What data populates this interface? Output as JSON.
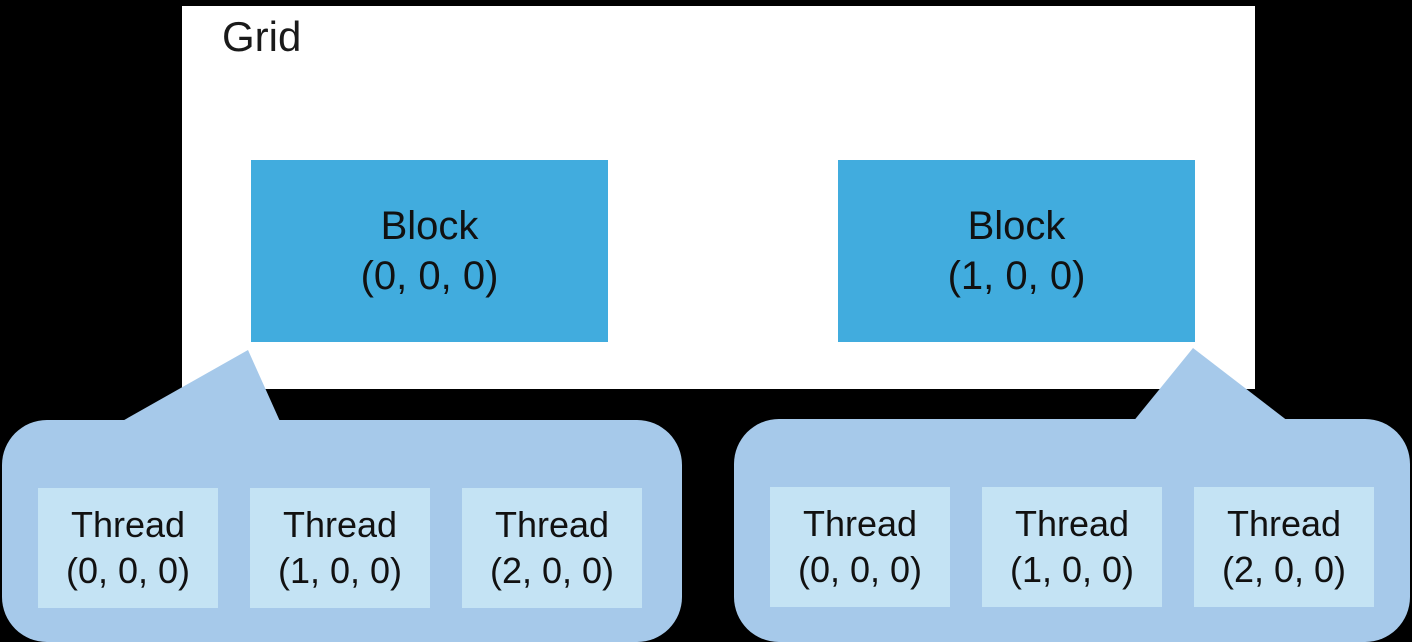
{
  "palette": {
    "background": "#000000",
    "grid_background": "#ffffff",
    "block_fill": "#41acde",
    "callout_fill": "#a6c9ea",
    "thread_fill": "#c4e3f4",
    "text_color": "#111111"
  },
  "grid": {
    "label": "Grid",
    "blocks": [
      {
        "title": "Block",
        "index": "(0, 0, 0)"
      },
      {
        "title": "Block",
        "index": "(1, 0, 0)"
      }
    ]
  },
  "callouts": [
    {
      "threads": [
        {
          "title": "Thread",
          "index": "(0, 0, 0)"
        },
        {
          "title": "Thread",
          "index": "(1, 0, 0)"
        },
        {
          "title": "Thread",
          "index": "(2, 0, 0)"
        }
      ]
    },
    {
      "threads": [
        {
          "title": "Thread",
          "index": "(0, 0, 0)"
        },
        {
          "title": "Thread",
          "index": "(1, 0, 0)"
        },
        {
          "title": "Thread",
          "index": "(2, 0, 0)"
        }
      ]
    }
  ]
}
